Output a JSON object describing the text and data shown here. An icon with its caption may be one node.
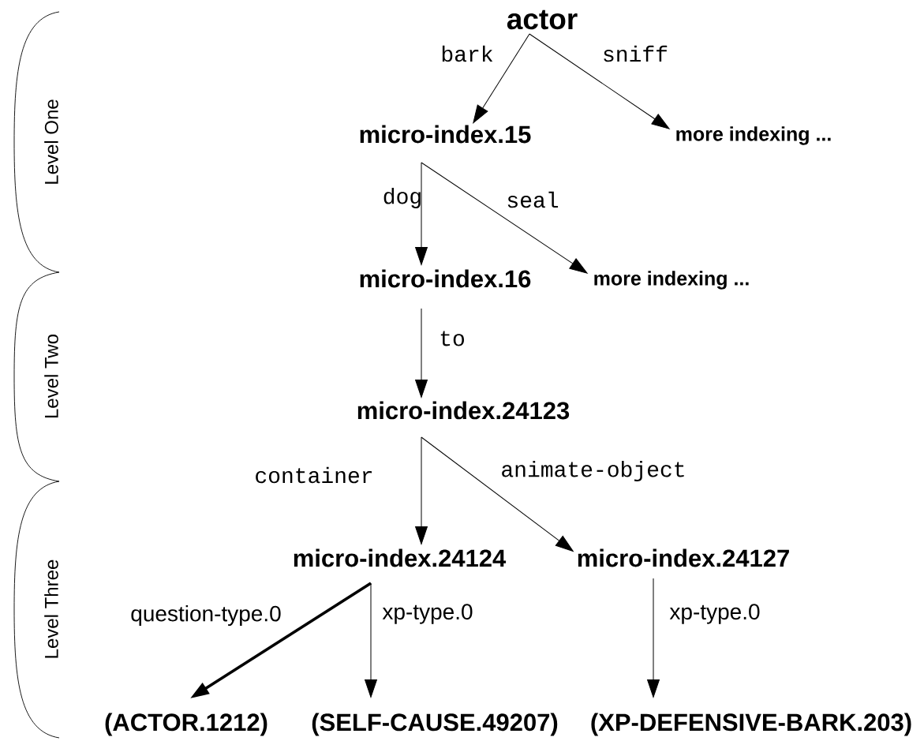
{
  "diagram": {
    "nodes": [
      {
        "text": [
          "actor"
        ]
      },
      {
        "text": [
          "micro-index.15"
        ]
      },
      {
        "text": [
          "more indexing ..."
        ]
      },
      {
        "text": [
          "micro-index.16"
        ]
      },
      {
        "text": [
          "more indexing ..."
        ]
      },
      {
        "text": [
          "micro-index.24123"
        ]
      },
      {
        "text": [
          "micro-index.24124"
        ]
      },
      {
        "text": [
          "micro-index.24127"
        ]
      },
      {
        "text": [
          "(ACTOR.1212)"
        ]
      },
      {
        "text": [
          "(SELF-CAUSE.49207)"
        ]
      },
      {
        "text": [
          "(XP-DEFENSIVE-BARK.203)"
        ]
      }
    ],
    "edges": [
      {
        "from": 0,
        "to": 1,
        "arrow": "to",
        "label": "bark"
      },
      {
        "from": 0,
        "to": 2,
        "arrow": "to",
        "label": "sniff"
      },
      {
        "from": 1,
        "to": 3,
        "arrow": "to",
        "label": "dog"
      },
      {
        "from": 1,
        "to": 4,
        "arrow": "to",
        "label": "seal"
      },
      {
        "from": 3,
        "to": 5,
        "arrow": "to",
        "label": "to"
      },
      {
        "from": 5,
        "to": 6,
        "arrow": "to",
        "label": "container"
      },
      {
        "from": 5,
        "to": 7,
        "arrow": "to",
        "label": "animate-object"
      },
      {
        "from": 6,
        "to": 8,
        "arrow": "to",
        "label": "question-type.0",
        "style": "thick"
      },
      {
        "from": 6,
        "to": 9,
        "arrow": "to",
        "label": "xp-type.0"
      },
      {
        "from": 7,
        "to": 10,
        "arrow": "to",
        "label": "xp-type.0"
      }
    ],
    "labels": [
      "Level One",
      "Level Two",
      "Level Three"
    ]
  }
}
